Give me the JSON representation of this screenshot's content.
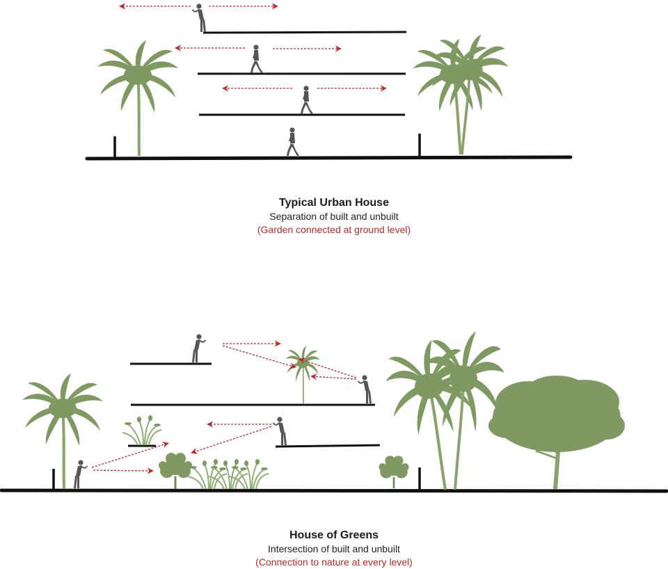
{
  "colors": {
    "slab": "#111111",
    "foliage": "#7e9a62",
    "trunk": "#8aa36d",
    "person": "#555555",
    "arrow": "#c0272d",
    "note": "#c0272d"
  },
  "diagrams": [
    {
      "title": "Typical Urban House",
      "subtitle": "Separation of built and unbuilt",
      "note": "(Garden connected at ground level)"
    },
    {
      "title": "House of Greens",
      "subtitle": "Intersection of built and unbuilt",
      "note": "(Connection to nature at every level)"
    }
  ],
  "icons": [
    "palm-tree-icon",
    "shrub-icon",
    "grass-icon",
    "canopy-tree-icon",
    "walking-person-icon",
    "leaning-person-icon"
  ]
}
